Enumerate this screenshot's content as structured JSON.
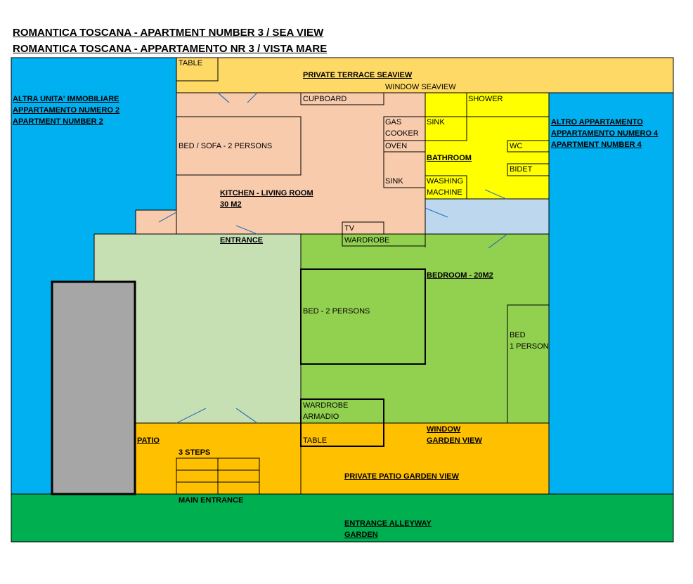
{
  "title_line1": "ROMANTICA TOSCANA - APARTMENT NUMBER 3 / SEA VIEW",
  "title_line2": "ROMANTICA TOSCANA - APPARTAMENTO NR 3 / VISTA MARE",
  "colors": {
    "neighbor": "#00b0f0",
    "terrace": "#ffd966",
    "kitchen": "#f8cbad",
    "bathroom": "#ffff00",
    "corridor": "#bdd7ee",
    "entrance_hall": "#c6e0b4",
    "bedroom": "#92d050",
    "patio": "#ffc000",
    "garden": "#00b050",
    "outbuilding": "#a6a6a6"
  },
  "labels": {
    "table_terrace": "TABLE",
    "private_terrace": "PRIVATE TERRACE SEAVIEW",
    "window_seaview": "WINDOW SEAVIEW",
    "left_unit": [
      "ALTRA UNITA' IMMOBILIARE",
      "APPARTAMENTO NUMERO 2",
      "APARTMENT NUMBER 2"
    ],
    "right_unit": [
      "ALTRO APPARTAMENTO",
      "APPARTAMENTO NUMERO 4",
      "APARTMENT NUMBER 4"
    ],
    "cupboard": "CUPBOARD",
    "shower": "SHOWER",
    "gas_cooker": [
      "GAS",
      "COOKER"
    ],
    "sink_bath": "SINK",
    "oven": "OVEN",
    "wc": "WC",
    "bathroom": "BATHROOM",
    "bidet": "BIDET",
    "bed_sofa": "BED / SOFA - 2 PERSONS",
    "sink_kitchen": "SINK",
    "washing_machine": [
      "WASHING",
      "MACHINE"
    ],
    "kitchen_living": [
      "KITCHEN - LIVING ROOM",
      "30 M2"
    ],
    "tv": "TV",
    "entrance": "ENTRANCE",
    "wardrobe_top": "WARDROBE",
    "bedroom": "BEDROOM - 20M2",
    "bed_2_persons": "BED - 2 PERSONS",
    "bed_1_person": [
      "BED",
      "1 PERSON"
    ],
    "wardrobe_armadio": [
      "WARDROBE",
      "ARMADIO"
    ],
    "patio": "PATIO",
    "three_steps": "3 STEPS",
    "table_patio": "TABLE",
    "window_garden": [
      "WINDOW",
      "GARDEN VIEW"
    ],
    "private_patio": "PRIVATE PATIO GARDEN VIEW",
    "main_entrance": "MAIN ENTRANCE",
    "entrance_alleyway": [
      "ENTRANCE ALLEYWAY",
      "GARDEN"
    ]
  }
}
